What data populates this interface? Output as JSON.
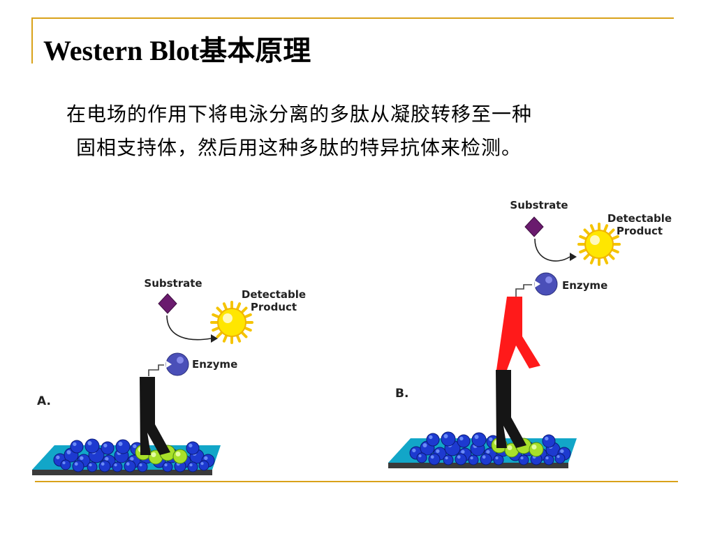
{
  "slide": {
    "title": "Western Blot基本原理",
    "description": [
      "在电场的作用下将电泳分离的多肽从凝胶转移至一种",
      "固相支持体，然后用这种多肽的特异抗体来检测。"
    ]
  },
  "diagram_a": {
    "panel_label": "A.",
    "substrate_label": "Substrate",
    "product_label_1": "Detectable",
    "product_label_2": "Product",
    "enzyme_label": "Enzyme"
  },
  "diagram_b": {
    "panel_label": "B.",
    "substrate_label": "Substrate",
    "product_label_1": "Detectable",
    "product_label_2": "Product",
    "enzyme_label": "Enzyme"
  },
  "colors": {
    "accent_rule": "#d9a21a",
    "bead_blue": "#1d3ad0",
    "antigen_green": "#a8e02a",
    "primary_antibody": "#151515",
    "secondary_antibody": "#ff1a1a",
    "substrate": "#6a1b6e",
    "enzyme": "#4a4fb8",
    "product": "#ffe600"
  }
}
